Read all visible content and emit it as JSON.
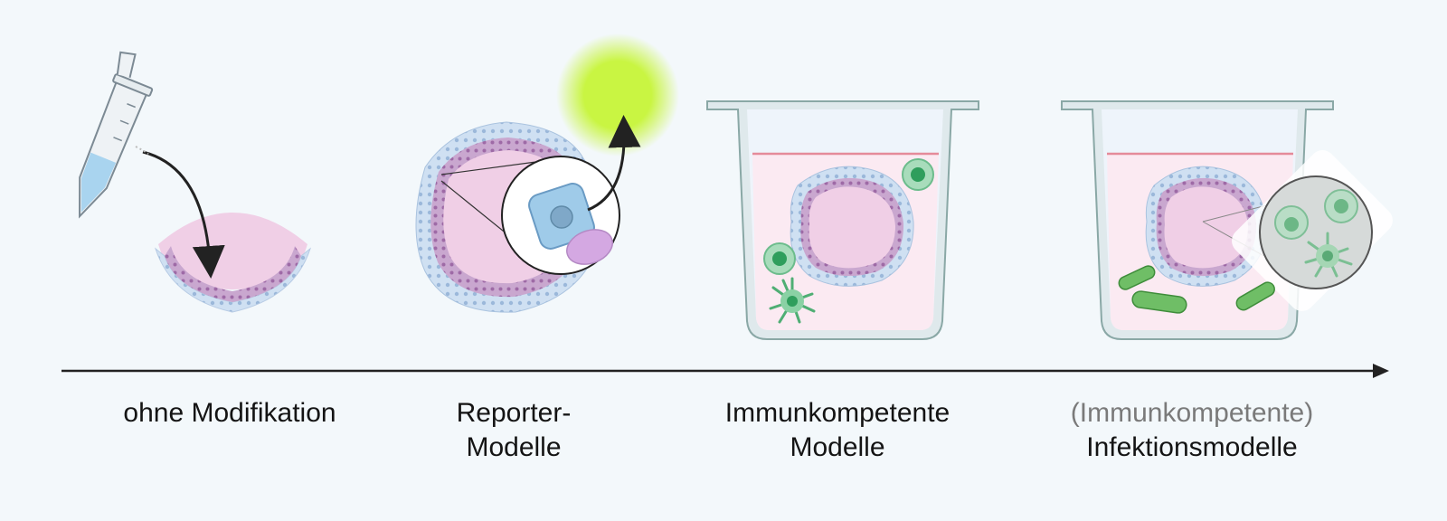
{
  "stages": [
    {
      "id": "stage-1",
      "line1": "ohne Modifikation",
      "line2": ""
    },
    {
      "id": "stage-2",
      "line1": "Reporter-",
      "line2": "Modelle"
    },
    {
      "id": "stage-3",
      "line1": "Immunkompetente",
      "line2": "Modelle"
    },
    {
      "id": "stage-4",
      "line1_muted": "(Immunkompetente)",
      "line2": "Infektionsmodelle"
    }
  ],
  "colors": {
    "background": "#f3f8fb",
    "organoid_lumen": "#f0cfe6",
    "epithelium_outer": "#cfe0f2",
    "epithelium_inner": "#c9a7cf",
    "immune_cell": "#5fbf85",
    "bacteria": "#6fbe66",
    "reporter_glow": "#c9f542",
    "axis": "#222222"
  }
}
